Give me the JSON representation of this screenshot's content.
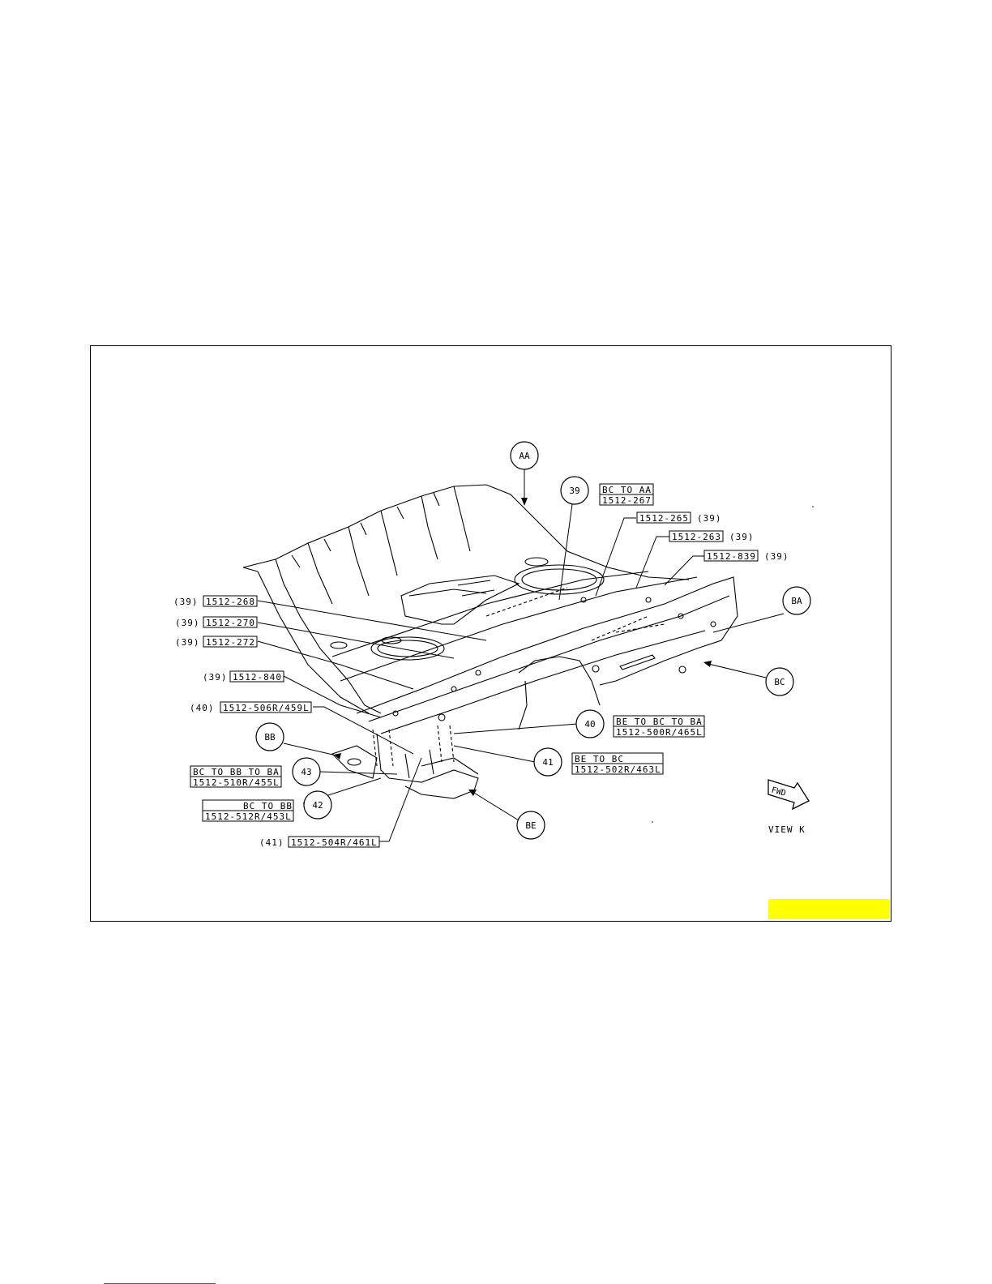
{
  "diagram": {
    "view_label": "VIEW K",
    "fwd_label": "FWD",
    "highlight_color": "#ffff00",
    "bubbles": {
      "AA": "AA",
      "BA": "BA",
      "BB": "BB",
      "BC": "BC",
      "BE": "BE",
      "n39": "39",
      "n40": "40",
      "n41": "41",
      "n42": "42",
      "n43": "43"
    },
    "callouts": {
      "c39_top_line1": "BC TO AA",
      "c39_top_line2": "1512-267",
      "c265": "1512-265",
      "c265_ref": "(39)",
      "c263": "1512-263",
      "c263_ref": "(39)",
      "c839": "1512-839",
      "c839_ref": "(39)",
      "c268_ref": "(39)",
      "c268": "1512-268",
      "c270_ref": "(39)",
      "c270": "1512-270",
      "c272_ref": "(39)",
      "c272": "1512-272",
      "c840_ref": "(39)",
      "c840": "1512-840",
      "c506_ref": "(40)",
      "c506": "1512-506R/459L",
      "c40_line1": "BE TO BC TO BA",
      "c40_line2": "1512-500R/465L",
      "c41_line1": "BE TO BC",
      "c41_line2": "1512-502R/463L",
      "c43_line1": "BC TO BB TO BA",
      "c43_line2": "1512-510R/455L",
      "c42_line1": "BC TO BB",
      "c42_line2": "1512-512R/453L",
      "c504_ref": "(41)",
      "c504": "1512-504R/461L"
    }
  }
}
